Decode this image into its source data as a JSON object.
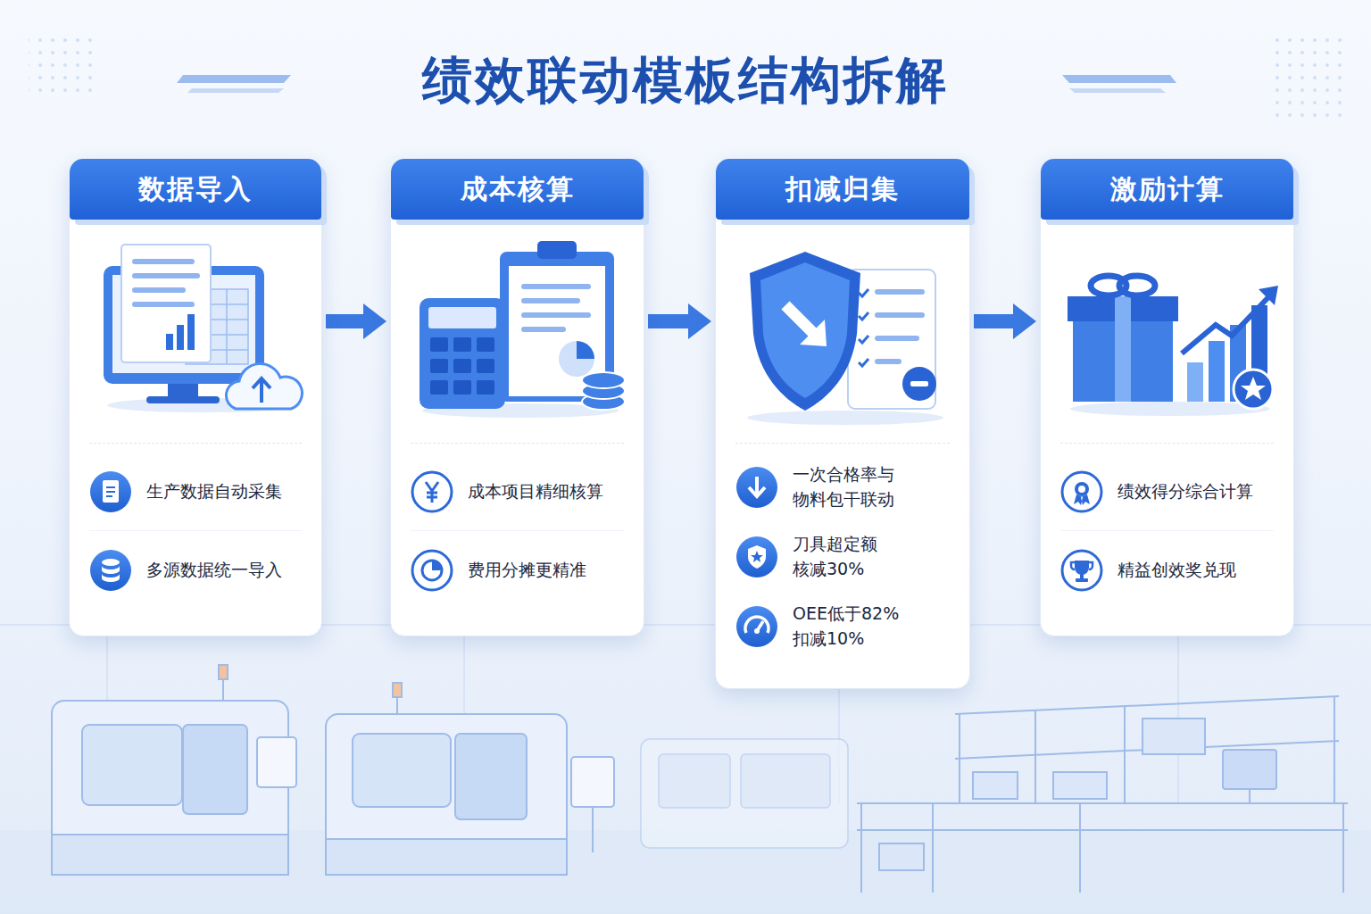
{
  "diagram": {
    "title": "绩效联动模板结构拆解",
    "nodes": [
      {
        "text": [
          "数据导入",
          "生产数据自动采集",
          "多源数据统一导入"
        ]
      },
      {
        "text": [
          "成本核算",
          "成本项目精细核算",
          "费用分摊更精准"
        ]
      },
      {
        "text": [
          "扣减归集",
          "一次合格率与 物料包干联动",
          "刀具超定额 核减30%",
          "OEE低于82% 扣减10%"
        ]
      },
      {
        "text": [
          "激励计算",
          "绩效得分综合计算",
          "精益创效奖兑现"
        ]
      }
    ],
    "edges": [
      {
        "from": 0,
        "to": 1,
        "arrow": "to"
      },
      {
        "from": 1,
        "to": 2,
        "arrow": "to"
      },
      {
        "from": 2,
        "to": 3,
        "arrow": "to"
      }
    ]
  }
}
